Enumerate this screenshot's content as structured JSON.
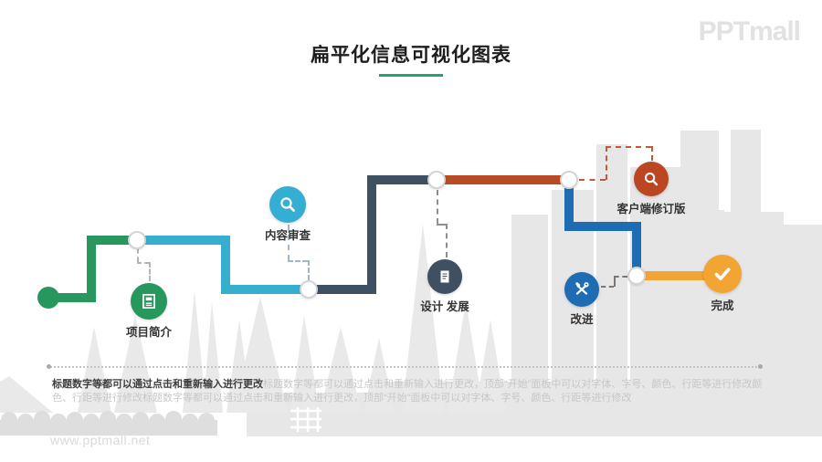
{
  "page": {
    "title": "扁平化信息可视化图表",
    "logo": "PPTmall",
    "watermark": "www.pptmall.net",
    "title_underline_color": "#2aa06c"
  },
  "flow": {
    "steps": [
      {
        "label": "项目简介",
        "icon": "project-icon",
        "color": "#27975e"
      },
      {
        "label": "内容审查",
        "icon": "search-icon",
        "color": "#34aed2"
      },
      {
        "label": "设计 发展",
        "icon": "document-icon",
        "color": "#3e5062"
      },
      {
        "label": "客户端修订版",
        "icon": "search-icon",
        "color": "#bc4522"
      },
      {
        "label": "改进",
        "icon": "tools-icon",
        "color": "#1e6cb3"
      },
      {
        "label": "完成",
        "icon": "check-icon",
        "color": "#f2a532"
      }
    ],
    "path_colors": {
      "green": "#27975e",
      "teal": "#36aece",
      "navy": "#3e5062",
      "rust": "#b84b24",
      "blue": "#1e6cb3",
      "orange": "#f2a532"
    }
  },
  "footer": {
    "note_bold": "标题数字等都可以通过点击和重新输入进行更改",
    "note_light": "标题数字等都可以通过点击和重新输入进行更改，顶部“开始”面板中可以对字体、字号、颜色、行距等进行修改颜色、行距等进行修改标题数字等都可以通过点击和重新输入进行更改，顶部“开始”面板中可以对字体、字号、颜色、行距等进行修改"
  }
}
